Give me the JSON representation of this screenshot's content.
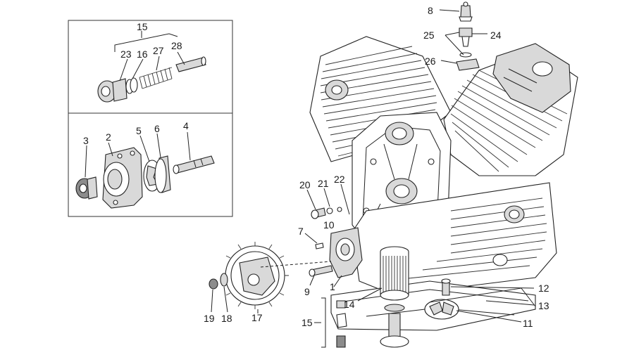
{
  "callouts": [
    {
      "id": "c15a",
      "text": "15"
    },
    {
      "id": "c23",
      "text": "23"
    },
    {
      "id": "c16",
      "text": "16"
    },
    {
      "id": "c27",
      "text": "27"
    },
    {
      "id": "c28",
      "text": "28"
    },
    {
      "id": "c3",
      "text": "3"
    },
    {
      "id": "c2",
      "text": "2"
    },
    {
      "id": "c5",
      "text": "5"
    },
    {
      "id": "c6",
      "text": "6"
    },
    {
      "id": "c4",
      "text": "4"
    },
    {
      "id": "c8",
      "text": "8"
    },
    {
      "id": "c25",
      "text": "25"
    },
    {
      "id": "c24",
      "text": "24"
    },
    {
      "id": "c26",
      "text": "26"
    },
    {
      "id": "c20",
      "text": "20"
    },
    {
      "id": "c21",
      "text": "21"
    },
    {
      "id": "c22",
      "text": "22"
    },
    {
      "id": "c10",
      "text": "10"
    },
    {
      "id": "c7",
      "text": "7"
    },
    {
      "id": "c9",
      "text": "9"
    },
    {
      "id": "c1",
      "text": "1"
    },
    {
      "id": "c19",
      "text": "19"
    },
    {
      "id": "c18",
      "text": "18"
    },
    {
      "id": "c17",
      "text": "17"
    },
    {
      "id": "c14",
      "text": "14"
    },
    {
      "id": "c15b",
      "text": "15"
    },
    {
      "id": "c12",
      "text": "12"
    },
    {
      "id": "c13",
      "text": "13"
    },
    {
      "id": "c11",
      "text": "11"
    }
  ]
}
